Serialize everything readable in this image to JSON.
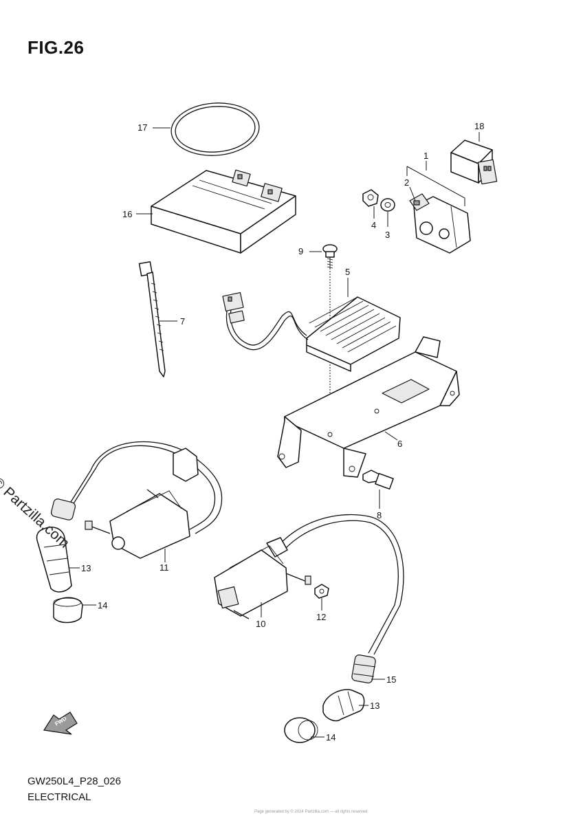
{
  "figure": {
    "title": "FIG.26",
    "code": "GW250L4_P28_026",
    "name": "ELECTRICAL"
  },
  "watermark": "© Partzilla.com",
  "fine_print": "Page generated by © 2024 Partzilla.com — all rights reserved",
  "callouts": {
    "p1": "1",
    "p2": "2",
    "p3": "3",
    "p4": "4",
    "p5": "5",
    "p6": "6",
    "p7": "7",
    "p8": "8",
    "p9": "9",
    "p10": "10",
    "p11": "11",
    "p12": "12",
    "p13a": "13",
    "p13b": "13",
    "p14a": "14",
    "p14b": "14",
    "p15": "15",
    "p16": "16",
    "p17": "17",
    "p18": "18"
  },
  "fwd_label": "FWD",
  "colors": {
    "ink": "#111111",
    "background": "#ffffff"
  }
}
